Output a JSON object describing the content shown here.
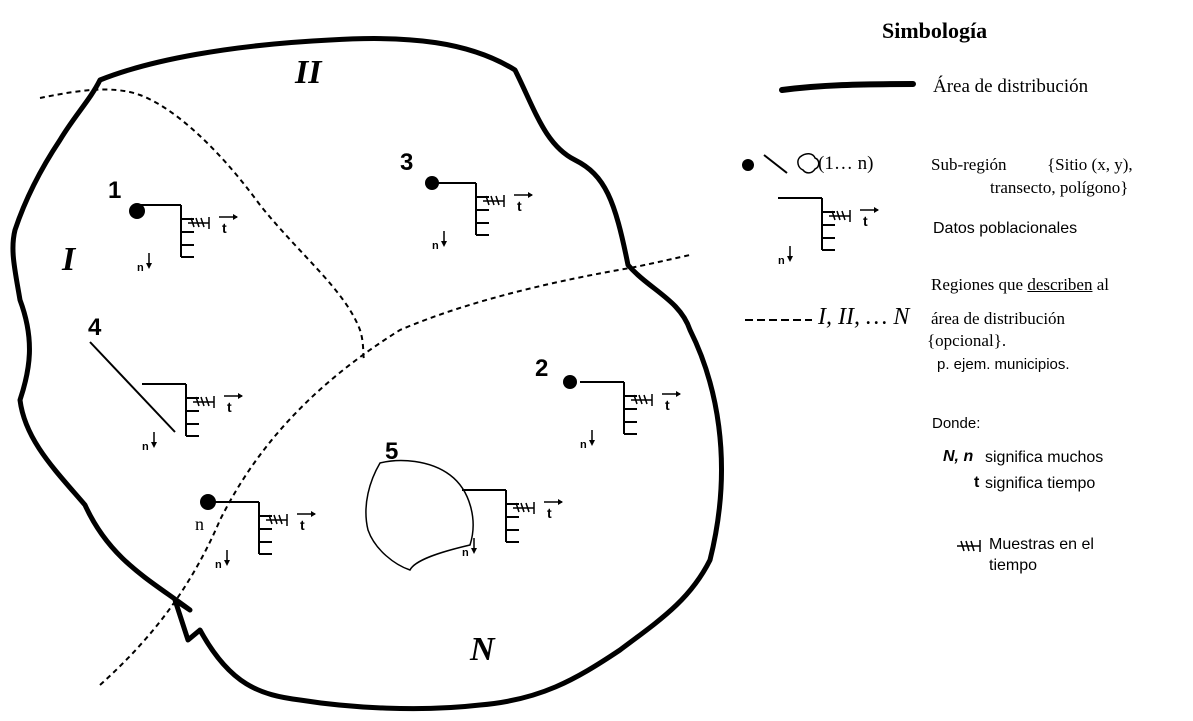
{
  "diagram": {
    "regions": {
      "r1": "I",
      "r2": "II",
      "r3": "N"
    },
    "sites": {
      "s1": "1",
      "s2": "2",
      "s3": "3",
      "s4": "4",
      "s5": "5",
      "sn": "n"
    },
    "glyph": {
      "t": "t",
      "n": "n"
    }
  },
  "legend": {
    "title": "Simbología",
    "distribution_area": "Área de distribución",
    "subregion_range": "(1… n)",
    "subregion_label": "Sub-región",
    "subregion_desc_1": "{Sitio (x, y),",
    "subregion_desc_2": "transecto, polígono}",
    "population_data": "Datos poblacionales",
    "regions_sequence": "I, II, … N",
    "regions_desc_1_a": "Regiones que ",
    "regions_desc_1_b": "describen",
    "regions_desc_1_c": " al",
    "regions_desc_2": "área de distribución",
    "regions_desc_3": "{opcional}.",
    "regions_desc_4": "p. ejem. municipios.",
    "where": "Donde:",
    "n_symbol": "N, n",
    "n_meaning": "significa  muchos",
    "t_symbol": "t",
    "t_meaning": "significa  tiempo",
    "samples_meaning_1": "Muestras  en el",
    "samples_meaning_2": "tiempo"
  }
}
